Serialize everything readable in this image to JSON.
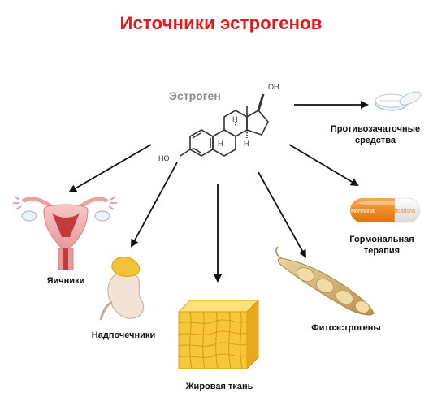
{
  "title": "Источники эстрогенов",
  "center": {
    "label": "Эстроген",
    "oh_top": "OH",
    "oh_left": "HO",
    "h_atom": "H"
  },
  "sources": {
    "contraceptives": {
      "line1": "Противозачаточные",
      "line2": "средства"
    },
    "hormonal": {
      "line1": "Гормональная",
      "line2": "терапия",
      "pill_left": "Hormonal",
      "pill_right": "medications"
    },
    "ovaries": {
      "label": "Яичники"
    },
    "adrenals": {
      "label": "Надпочечники"
    },
    "fat": {
      "label": "Жировая ткань"
    },
    "phyto": {
      "label": "Фитоэстрогены"
    }
  },
  "colors": {
    "title": "#e3191b",
    "arrow": "#111111",
    "molecule": "#333333",
    "pill_orange": "#f08a1c",
    "fat": "#f6c93a",
    "bean": "#d8b878"
  }
}
